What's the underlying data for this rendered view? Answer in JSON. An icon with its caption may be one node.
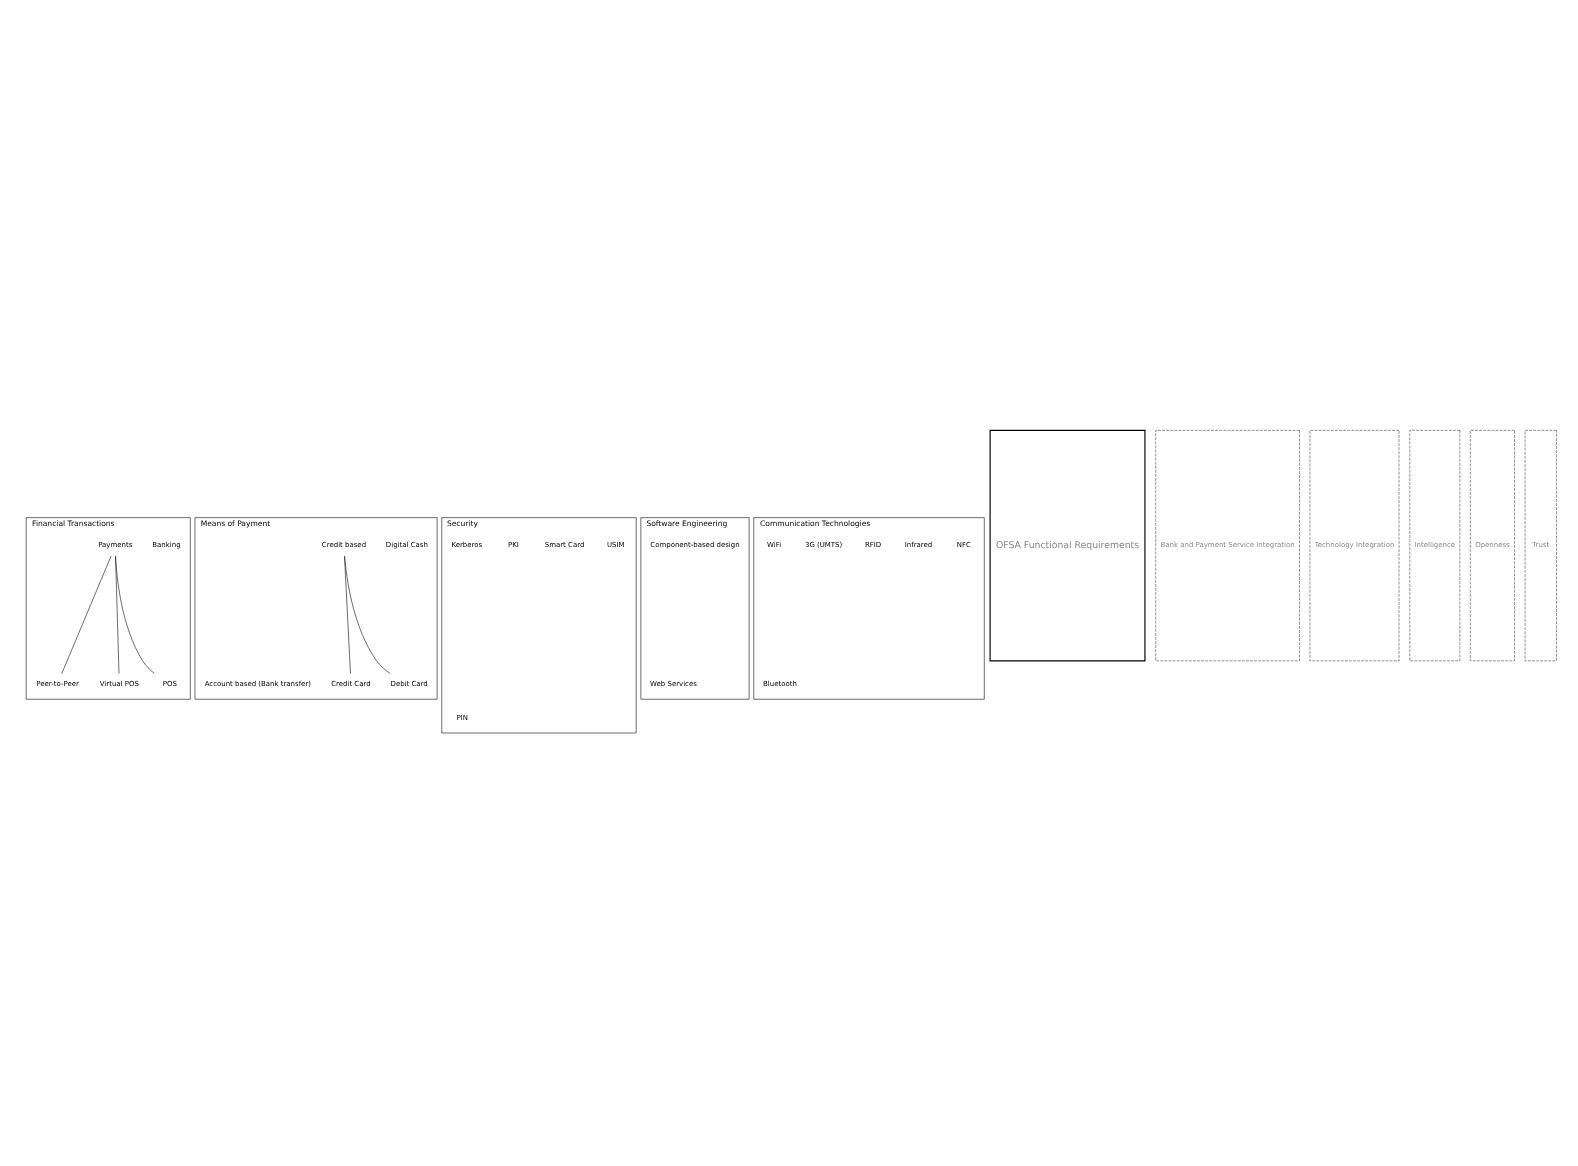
{
  "diagram": {
    "nodes": [
      {
        "text": [
          "Financial Transactions"
        ]
      },
      {
        "text": [
          "Payments"
        ],
        "in": 0
      },
      {
        "text": [
          "Peer-to-Peer"
        ],
        "in": 0
      },
      {
        "text": [
          "Virtual POS"
        ],
        "in": 0
      },
      {
        "text": [
          "POS"
        ],
        "in": 0
      },
      {
        "text": [
          "Banking"
        ],
        "in": 0
      },
      {
        "text": [
          "Means of Payment"
        ]
      },
      {
        "text": [
          "Account based (Bank transfer)"
        ],
        "in": 6
      },
      {
        "text": [
          "Digital Cash"
        ],
        "in": 6
      },
      {
        "text": [
          "Credit based"
        ],
        "in": 6
      },
      {
        "text": [
          "Debit Card"
        ],
        "in": 6
      },
      {
        "text": [
          "Credit Card"
        ],
        "in": 6
      },
      {
        "text": [
          "Security"
        ]
      },
      {
        "text": [
          "PIN"
        ],
        "in": 12
      },
      {
        "text": [
          "USIM"
        ],
        "in": 12
      },
      {
        "text": [
          "Smart Card"
        ],
        "in": 12
      },
      {
        "text": [
          "PKI"
        ],
        "in": 12
      },
      {
        "text": [
          "Kerberos"
        ],
        "in": 12
      },
      {
        "text": [
          "Software Engineering"
        ]
      },
      {
        "text": [
          "Web Services"
        ],
        "in": 18
      },
      {
        "text": [
          "Component-based design"
        ],
        "in": 18
      },
      {
        "text": [
          "Communication Technologies"
        ]
      },
      {
        "text": [
          "Bluetooth"
        ],
        "in": 21
      },
      {
        "text": [
          "NFC"
        ],
        "in": 21
      },
      {
        "text": [
          "Infrared"
        ],
        "in": 21
      },
      {
        "text": [
          "RFID"
        ],
        "in": 21
      },
      {
        "text": [
          "3G (UMTS)"
        ],
        "in": 21
      },
      {
        "text": [
          "WiFi"
        ],
        "in": 21
      },
      {
        "text": [
          "OFSA Functional Requirements"
        ]
      },
      {
        "text": [
          "Bank and Payment Service Integration"
        ]
      },
      {
        "text": [
          "Technology Integration"
        ]
      },
      {
        "text": [
          "Intelligence"
        ]
      },
      {
        "text": [
          "Openness"
        ]
      },
      {
        "text": [
          "Trust"
        ]
      }
    ],
    "edges": [
      {
        "from": 1,
        "to": 2,
        "arrow": "none"
      },
      {
        "from": 1,
        "to": 3,
        "arrow": "none"
      },
      {
        "from": 1,
        "to": 4,
        "arrow": "none"
      },
      {
        "from": 9,
        "to": 10,
        "arrow": "none"
      },
      {
        "from": 9,
        "to": 11,
        "arrow": "none"
      }
    ]
  }
}
